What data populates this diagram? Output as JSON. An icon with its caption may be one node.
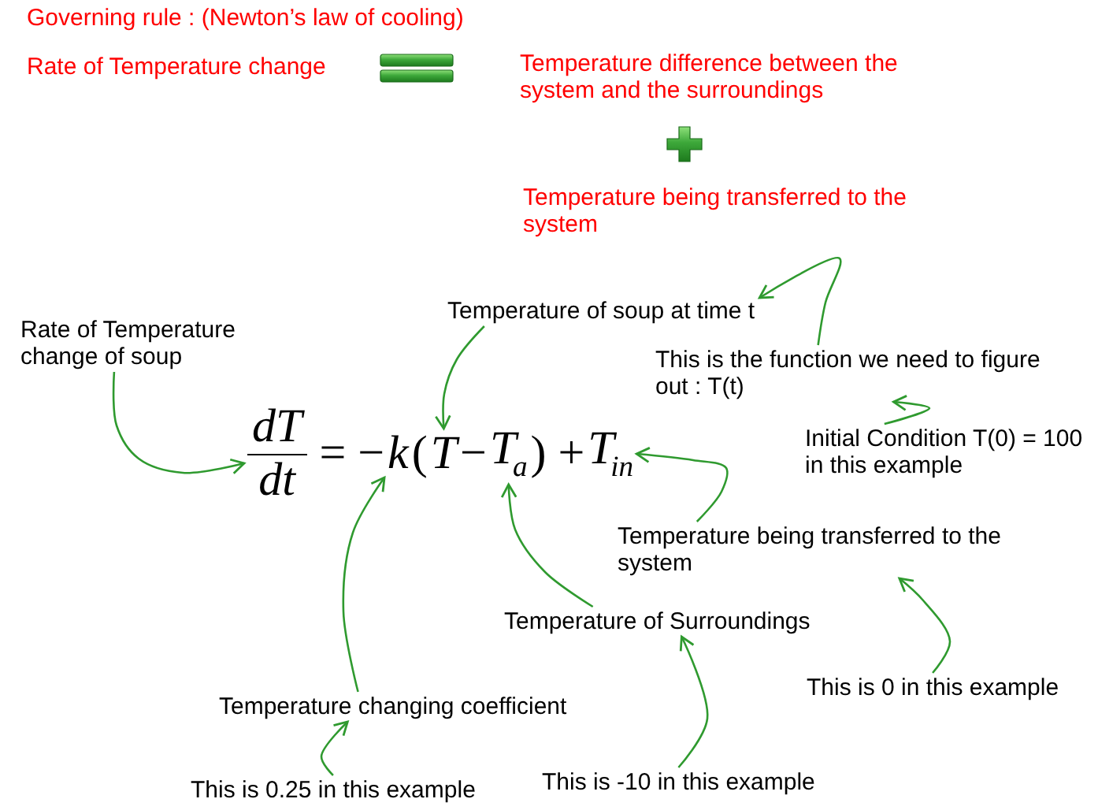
{
  "diagram": {
    "nodes": [
      {
        "text": [
          "Temperature of soup at time t"
        ]
      },
      {
        "text": [
          "Rate of Temperature change of soup"
        ]
      },
      {
        "text": [
          "This is the function we need to figure out : T(t)"
        ]
      },
      {
        "text": [
          "Initial Condition T(0) = 100 in this example"
        ]
      },
      {
        "text": [
          "dT",
          "dt"
        ]
      },
      {
        "text": [
          "k"
        ]
      },
      {
        "text": [
          "T"
        ]
      },
      {
        "text": [
          "T$_{a}$"
        ]
      },
      {
        "text": [
          "T$_{in}$"
        ]
      },
      {
        "text": [
          "Temperature being transferred to the system"
        ]
      },
      {
        "text": [
          "Temperature of Surroundings"
        ]
      },
      {
        "text": [
          "Temperature changing coefficient"
        ]
      },
      {
        "text": [
          "This is 0 in this example"
        ]
      },
      {
        "text": [
          "This is 0.25 in this example"
        ]
      },
      {
        "text": [
          "This is -10 in this example"
        ]
      }
    ],
    "edges": [
      {
        "from": 1,
        "to": 4,
        "arrow": "to"
      },
      {
        "from": 0,
        "to": 6,
        "arrow": "to"
      },
      {
        "from": 2,
        "to": 0,
        "arrow": "to"
      },
      {
        "from": 3,
        "to": 2,
        "arrow": "to"
      },
      {
        "from": 9,
        "to": 8,
        "arrow": "to"
      },
      {
        "from": 12,
        "to": 9,
        "arrow": "to"
      },
      {
        "from": 10,
        "to": 7,
        "arrow": "to"
      },
      {
        "from": 14,
        "to": 10,
        "arrow": "to"
      },
      {
        "from": 11,
        "to": 5,
        "arrow": "to"
      },
      {
        "from": 13,
        "to": 11,
        "arrow": "to"
      }
    ],
    "labels": [
      "Governing rule : (Newton’s law of cooling)",
      "Rate of Temperature change",
      "Temperature difference between the system and the surroundings",
      "Temperature being transferred to the system",
      "= −",
      "(",
      "−",
      ") +"
    ]
  }
}
